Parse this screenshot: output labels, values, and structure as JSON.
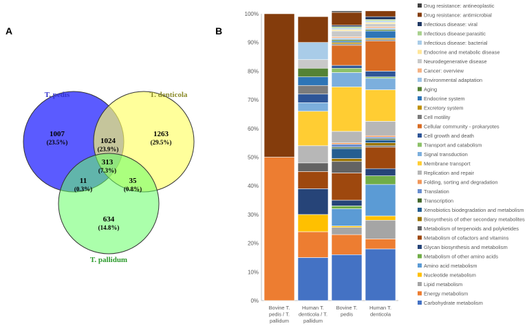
{
  "panels": {
    "a_label": "A",
    "b_label": "B"
  },
  "chart_data": [
    {
      "type": "venn",
      "sets": [
        {
          "name": "T. pedis",
          "color": "#5b5bff",
          "title_color": "#3333cc"
        },
        {
          "name": "T. denticola",
          "color": "#ffff66",
          "title_color": "#8a8a2a"
        },
        {
          "name": "T. pallidum",
          "color": "#66ff66",
          "title_color": "#2a9a2a"
        }
      ],
      "regions": [
        {
          "sets": [
            "T. pedis"
          ],
          "count": "1007",
          "percent": "(23.5%)"
        },
        {
          "sets": [
            "T. denticola"
          ],
          "count": "1263",
          "percent": "(29.5%)"
        },
        {
          "sets": [
            "T. pallidum"
          ],
          "count": "634",
          "percent": "(14.8%)"
        },
        {
          "sets": [
            "T. pedis",
            "T. denticola"
          ],
          "count": "1024",
          "percent": "(23.9%)"
        },
        {
          "sets": [
            "T. pedis",
            "T. pallidum"
          ],
          "count": "11",
          "percent": "(0.3%)"
        },
        {
          "sets": [
            "T. denticola",
            "T. pallidum"
          ],
          "count": "35",
          "percent": "(0.8%)"
        },
        {
          "sets": [
            "T. pedis",
            "T. denticola",
            "T. pallidum"
          ],
          "count": "313",
          "percent": "(7.3%)"
        }
      ]
    },
    {
      "type": "bar",
      "stacked": true,
      "percent": true,
      "ylim": [
        0,
        100
      ],
      "yticks": [
        "0%",
        "10%",
        "20%",
        "30%",
        "40%",
        "50%",
        "60%",
        "70%",
        "80%",
        "90%",
        "100%"
      ],
      "categories": [
        [
          "Bovine T.",
          "pedis / T.",
          "pallidum"
        ],
        [
          "Human T.",
          "denticola / T.",
          "pallidum"
        ],
        [
          "Bovine T.",
          "pedis"
        ],
        [
          "Human T.",
          "denticola"
        ]
      ],
      "grid": true,
      "legend": "right",
      "series": [
        {
          "name": "Carbohydrate metabolism",
          "color": "#4472c4",
          "values": [
            0,
            15,
            16,
            18
          ]
        },
        {
          "name": "Energy metabolism",
          "color": "#ed7d31",
          "values": [
            50,
            9,
            7,
            3.5
          ]
        },
        {
          "name": "Lipid metabolism",
          "color": "#a5a5a5",
          "values": [
            0,
            0,
            2.5,
            6.5
          ]
        },
        {
          "name": "Nucleotide metabolism",
          "color": "#ffc000",
          "values": [
            0,
            6,
            0.5,
            1.5
          ]
        },
        {
          "name": "Amino acid metabolism",
          "color": "#5b9bd5",
          "values": [
            0,
            0,
            6,
            11
          ]
        },
        {
          "name": "Metabolism of other amino acids",
          "color": "#70ad47",
          "values": [
            0,
            0,
            1,
            3
          ]
        },
        {
          "name": "Glycan biosynthesis and metabolism",
          "color": "#264478",
          "values": [
            0,
            9,
            2,
            2.5
          ]
        },
        {
          "name": "Metabolism of cofactors and vitamins",
          "color": "#9e480e",
          "values": [
            0,
            6,
            9.5,
            7.5
          ]
        },
        {
          "name": "Metabolism of terpenoids and polyketides",
          "color": "#636363",
          "values": [
            0,
            3,
            4,
            0.5
          ]
        },
        {
          "name": "Biosynthesis of other secondary metabolites",
          "color": "#997300",
          "values": [
            0,
            0,
            1,
            1
          ]
        },
        {
          "name": "Xenobiotics biodegradation and metabolism",
          "color": "#255e91",
          "values": [
            0,
            0,
            3.5,
            1
          ]
        },
        {
          "name": "Transcription",
          "color": "#43682b",
          "values": [
            0,
            0,
            0.5,
            0.5
          ]
        },
        {
          "name": "Translation",
          "color": "#698ed0",
          "values": [
            0,
            0,
            1,
            0.5
          ]
        },
        {
          "name": "Folding, sorting and degradation",
          "color": "#f1975a",
          "values": [
            0,
            0,
            0.5,
            0.5
          ]
        },
        {
          "name": "Replication and repair",
          "color": "#b7b7b7",
          "values": [
            0,
            6,
            4,
            5
          ]
        },
        {
          "name": "Membrane transport",
          "color": "#ffcd33",
          "values": [
            0,
            12,
            15.5,
            11
          ]
        },
        {
          "name": "Signal transduction",
          "color": "#7cafdd",
          "values": [
            0,
            3,
            5,
            4
          ]
        },
        {
          "name": "Transport and catabolism",
          "color": "#8cc168",
          "values": [
            0,
            0,
            1.5,
            0.5
          ]
        },
        {
          "name": "Cell growth and death",
          "color": "#2e5597",
          "values": [
            0,
            3,
            1,
            2
          ]
        },
        {
          "name": "Cellular community - prokaryotes",
          "color": "#d86b23",
          "values": [
            0,
            0,
            7,
            10.5
          ]
        },
        {
          "name": "Cell motility",
          "color": "#7c7c7c",
          "values": [
            0,
            3,
            0.5,
            0.5
          ]
        },
        {
          "name": "Excretory system",
          "color": "#bf9000",
          "values": [
            0,
            0,
            0.5,
            0.5
          ]
        },
        {
          "name": "Endocrine system",
          "color": "#2e75b6",
          "values": [
            0,
            3,
            0.5,
            2.5
          ]
        },
        {
          "name": "Aging",
          "color": "#548235",
          "values": [
            0,
            3,
            0.5,
            0.5
          ]
        },
        {
          "name": "Environmental adaptation",
          "color": "#9dc3e6",
          "values": [
            0,
            0,
            0.5,
            0.5
          ]
        },
        {
          "name": "Cancer: overview",
          "color": "#f4b183",
          "values": [
            0,
            0,
            0.5,
            0.5
          ]
        },
        {
          "name": "Neurodegenerative disease",
          "color": "#c9c9c9",
          "values": [
            0,
            3,
            2,
            1
          ]
        },
        {
          "name": "Endocrine and metabolic disease",
          "color": "#ffe699",
          "values": [
            0,
            0,
            0.5,
            0.5
          ]
        },
        {
          "name": "Infectious disease: bacterial",
          "color": "#a9cce8",
          "values": [
            0,
            6,
            0.5,
            0.5
          ]
        },
        {
          "name": "Infectious disease:parasitic",
          "color": "#a9d18e",
          "values": [
            0,
            0,
            0.5,
            0.5
          ]
        },
        {
          "name": "Infectious disease: viral",
          "color": "#1f3864",
          "values": [
            0,
            0,
            0.5,
            1
          ]
        },
        {
          "name": "Drug resistance: antimicrobial",
          "color": "#843c0c",
          "values": [
            50,
            9,
            4.5,
            2
          ]
        },
        {
          "name": "Drug resistance: antineoplastic",
          "color": "#404040",
          "values": [
            0,
            0,
            0.5,
            0
          ]
        }
      ]
    }
  ]
}
